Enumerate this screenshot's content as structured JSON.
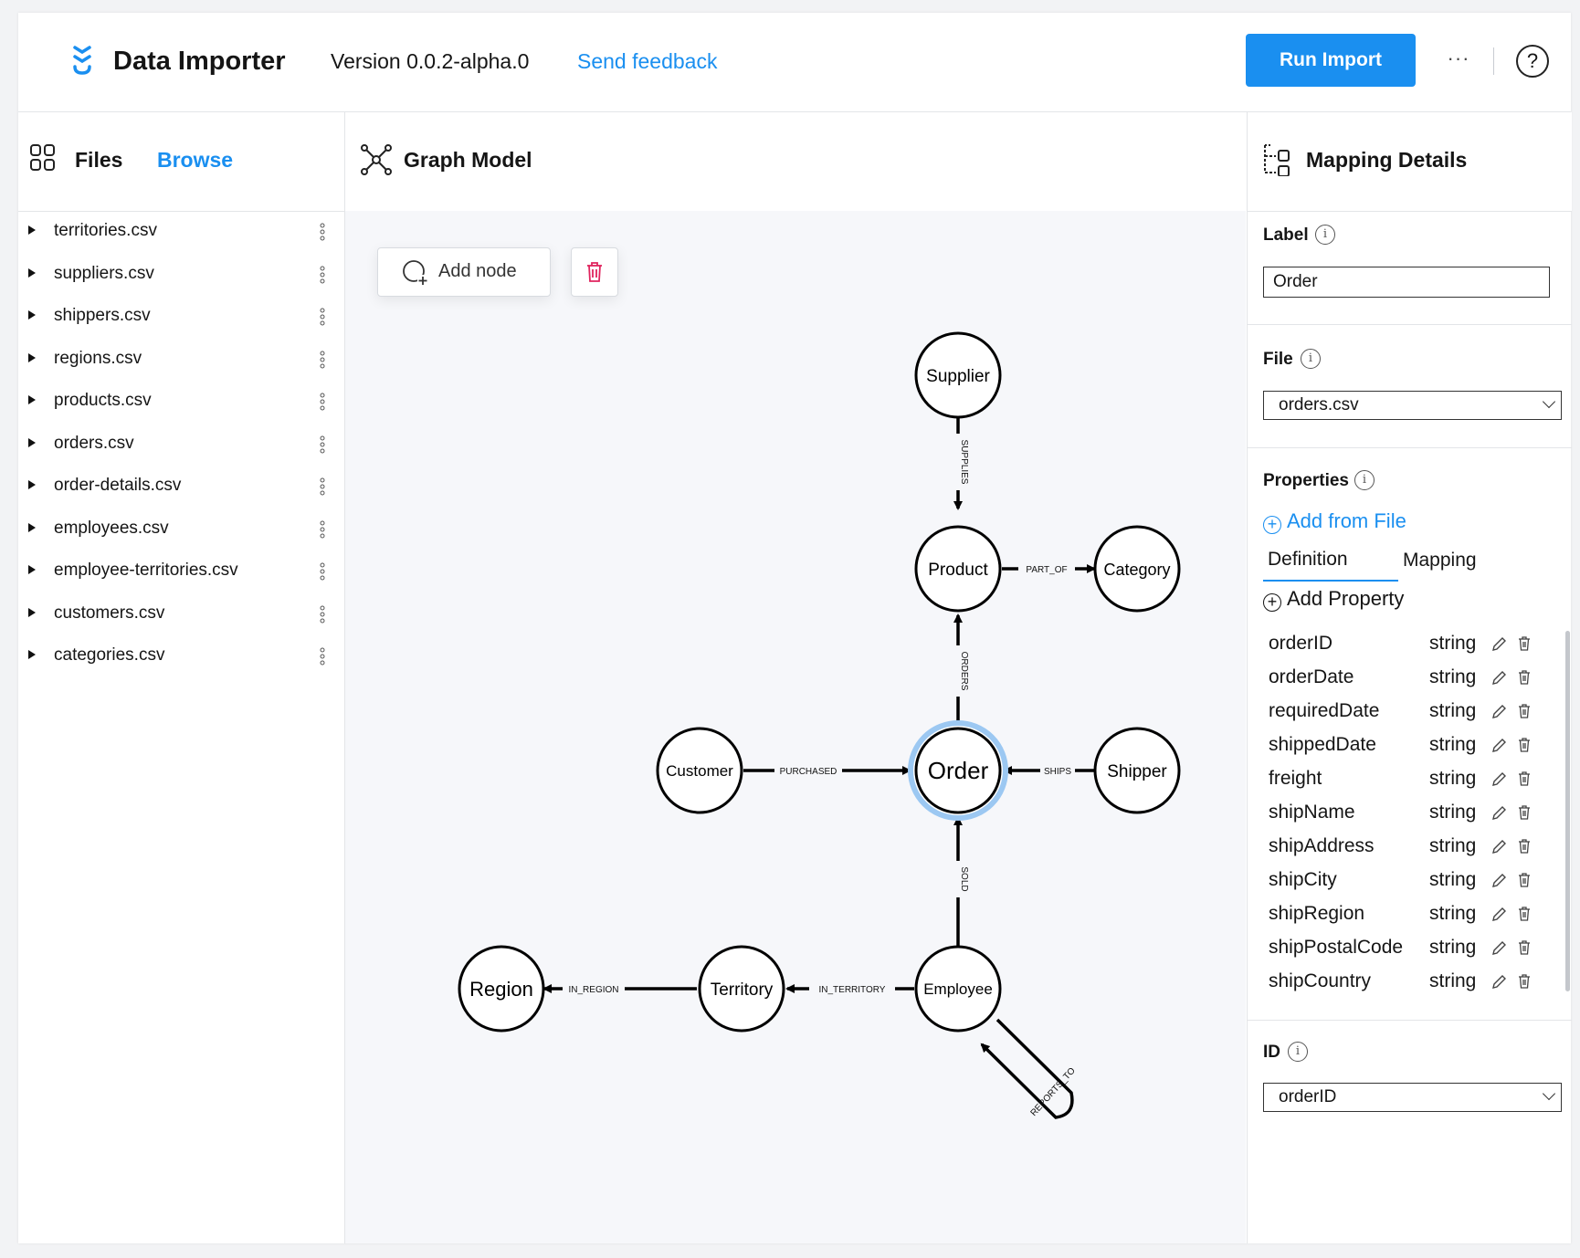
{
  "header": {
    "app_title": "Data Importer",
    "version": "Version 0.0.2-alpha.0",
    "feedback_link": "Send feedback",
    "run_import_label": "Run Import",
    "more_label": "···",
    "help_label": "?"
  },
  "files_panel": {
    "title": "Files",
    "browse_label": "Browse",
    "files": [
      "territories.csv",
      "suppliers.csv",
      "shippers.csv",
      "regions.csv",
      "products.csv",
      "orders.csv",
      "order-details.csv",
      "employees.csv",
      "employee-territories.csv",
      "customers.csv",
      "categories.csv"
    ]
  },
  "graph_panel": {
    "title": "Graph Model",
    "add_node_label": "Add node",
    "nodes": {
      "supplier": "Supplier",
      "product": "Product",
      "category": "Category",
      "customer": "Customer",
      "order": "Order",
      "shipper": "Shipper",
      "region": "Region",
      "territory": "Territory",
      "employee": "Employee"
    },
    "relationships": {
      "supplies": "SUPPLIES",
      "part_of": "PART_OF",
      "orders": "ORDERS",
      "purchased": "PURCHASED",
      "ships": "SHIPS",
      "sold": "SOLD",
      "in_region": "IN_REGION",
      "in_territory": "IN_TERRITORY",
      "reports_to": "REPORTS_TO"
    },
    "selected_node": "Order"
  },
  "mapping_panel": {
    "title": "Mapping Details",
    "label_section": {
      "label": "Label",
      "value": "Order"
    },
    "file_section": {
      "label": "File",
      "value": "orders.csv"
    },
    "properties_section": {
      "label": "Properties",
      "add_from_file": "Add from File",
      "tabs": [
        "Definition",
        "Mapping"
      ],
      "active_tab": "Definition",
      "add_property": "Add Property",
      "properties": [
        {
          "name": "orderID",
          "type": "string"
        },
        {
          "name": "orderDate",
          "type": "string"
        },
        {
          "name": "requiredDate",
          "type": "string"
        },
        {
          "name": "shippedDate",
          "type": "string"
        },
        {
          "name": "freight",
          "type": "string"
        },
        {
          "name": "shipName",
          "type": "string"
        },
        {
          "name": "shipAddress",
          "type": "string"
        },
        {
          "name": "shipCity",
          "type": "string"
        },
        {
          "name": "shipRegion",
          "type": "string"
        },
        {
          "name": "shipPostalCode",
          "type": "string"
        },
        {
          "name": "shipCountry",
          "type": "string"
        }
      ]
    },
    "id_section": {
      "label": "ID",
      "value": "orderID"
    }
  },
  "colors": {
    "accent": "#1a8ff0",
    "danger": "#e0245e",
    "canvas_bg": "#f6f7fa",
    "selected_ring": "#9cc8f2"
  }
}
